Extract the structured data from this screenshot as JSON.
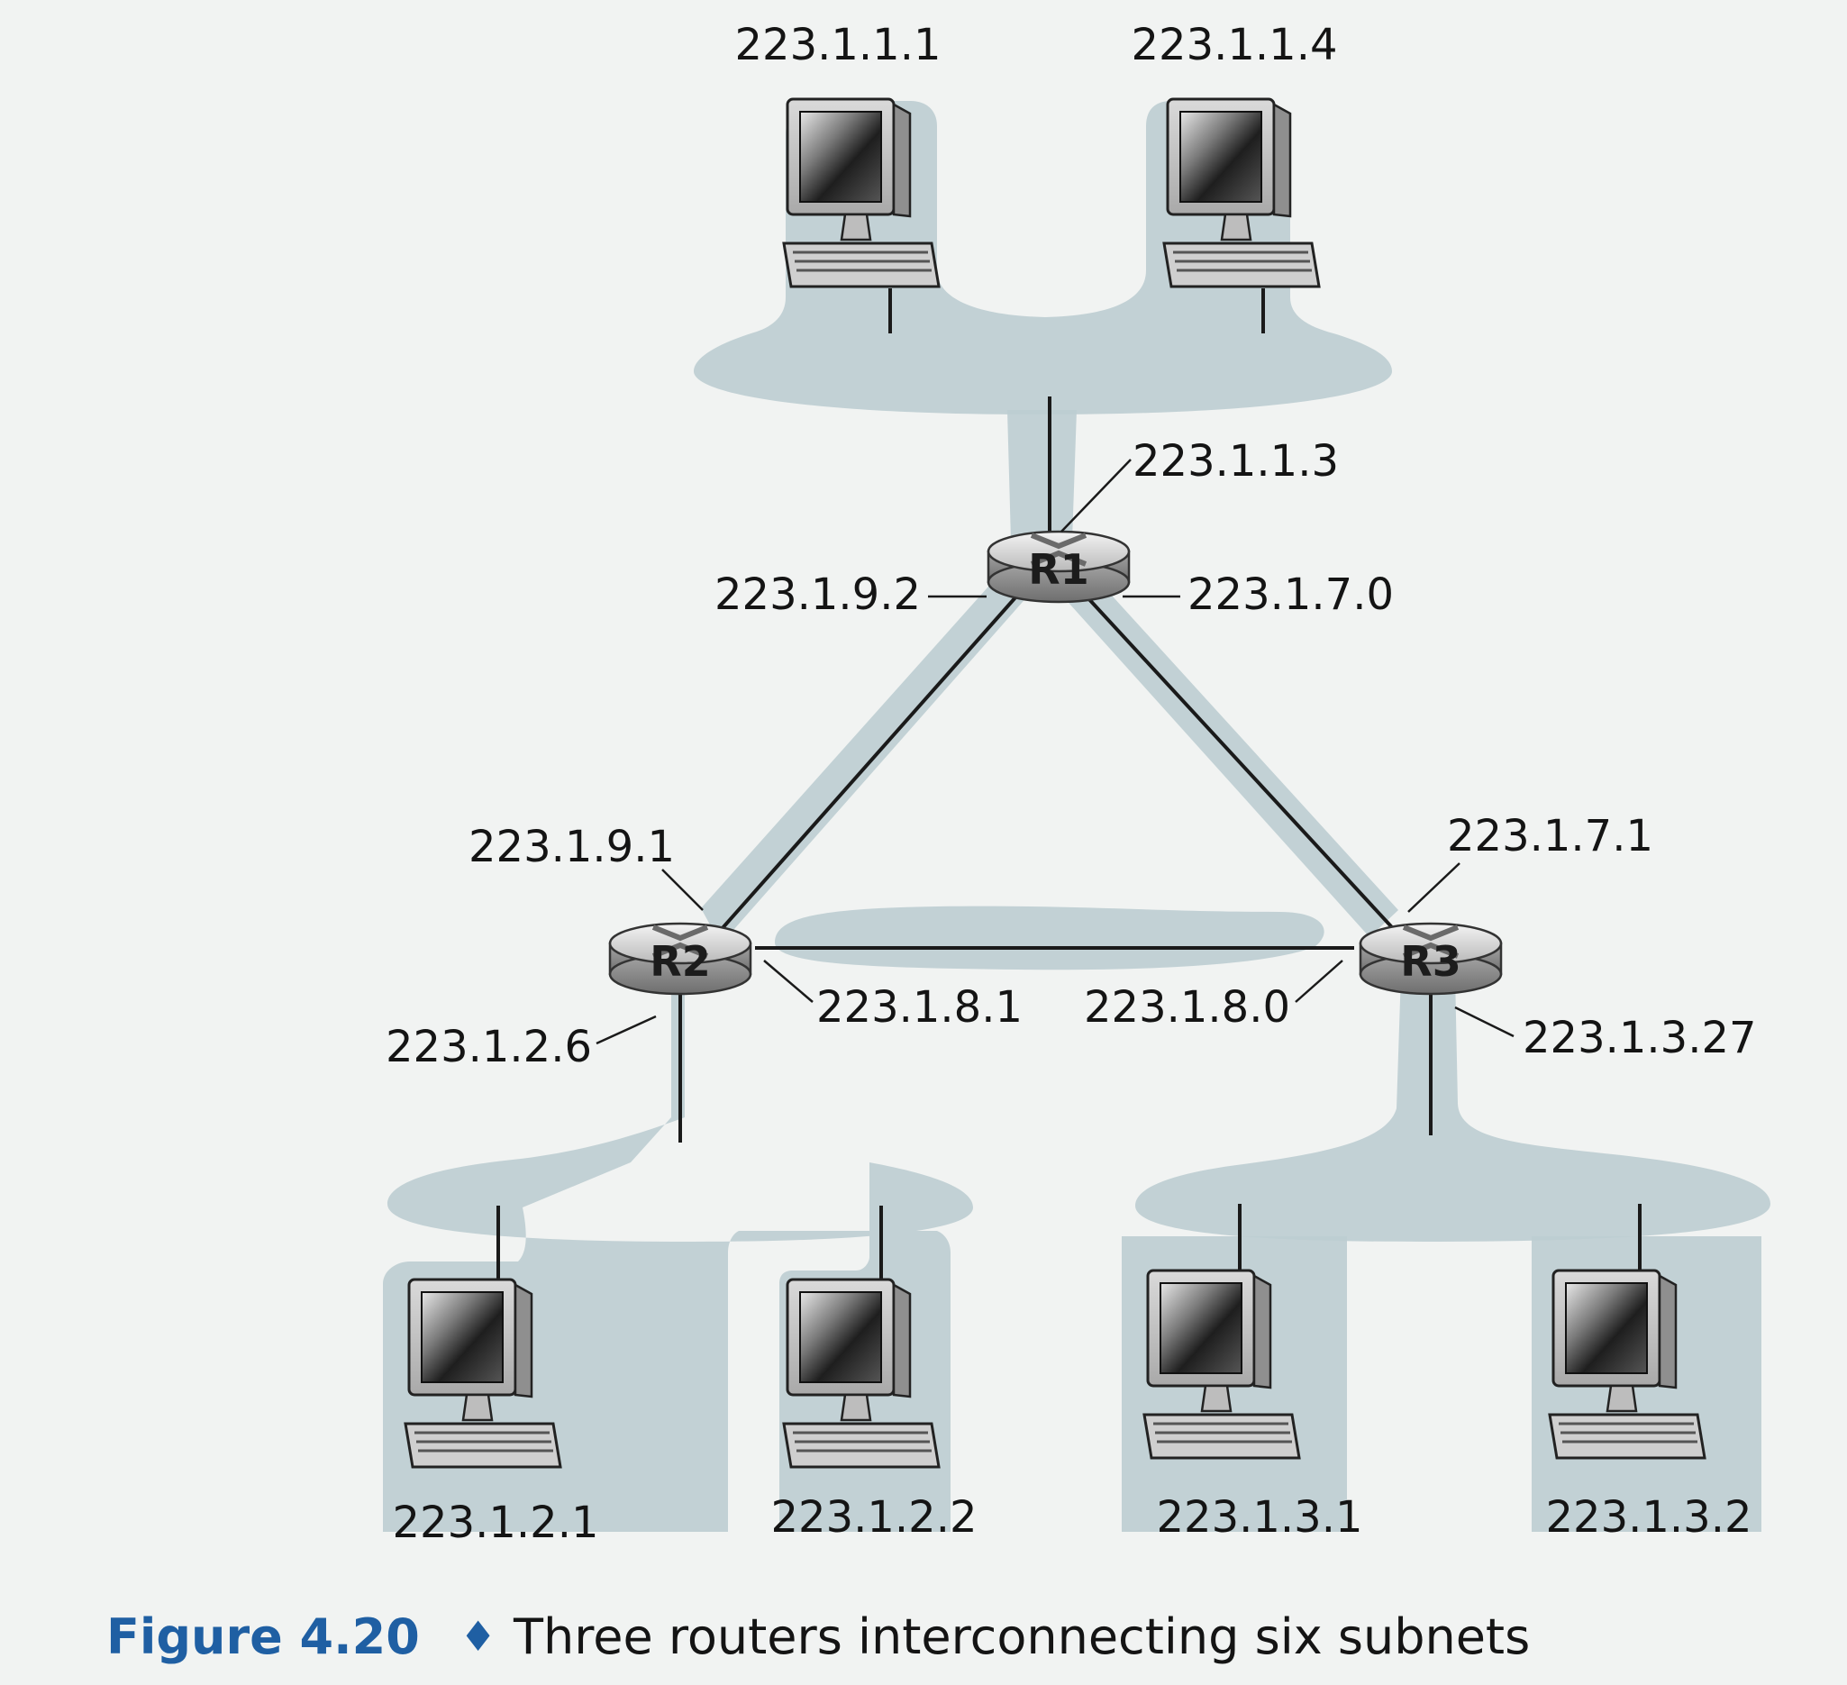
{
  "caption": {
    "figure": "Figure 4.20",
    "separator": "♦",
    "text": "Three routers interconnecting six subnets"
  },
  "routers": [
    {
      "id": "R1",
      "label": "R1"
    },
    {
      "id": "R2",
      "label": "R2"
    },
    {
      "id": "R3",
      "label": "R3"
    }
  ],
  "hosts": [
    {
      "address": "223.1.1.1"
    },
    {
      "address": "223.1.1.4"
    },
    {
      "address": "223.1.2.1"
    },
    {
      "address": "223.1.2.2"
    },
    {
      "address": "223.1.3.1"
    },
    {
      "address": "223.1.3.2"
    }
  ],
  "interfaces": {
    "r1_subnet1": "223.1.1.3",
    "r1_to_r2": "223.1.9.2",
    "r1_to_r3": "223.1.7.0",
    "r2_to_r1": "223.1.9.1",
    "r3_to_r1": "223.1.7.1",
    "r2_to_r3": "223.1.8.1",
    "r3_to_r2": "223.1.8.0",
    "r2_subnet2": "223.1.2.6",
    "r3_subnet3": "223.1.3.27"
  },
  "colors": {
    "subnet_fill": "#bccdd1",
    "caption_blue": "#1f5fa3"
  },
  "icons": {
    "host": "desktop-computer-icon",
    "router": "router-icon"
  }
}
